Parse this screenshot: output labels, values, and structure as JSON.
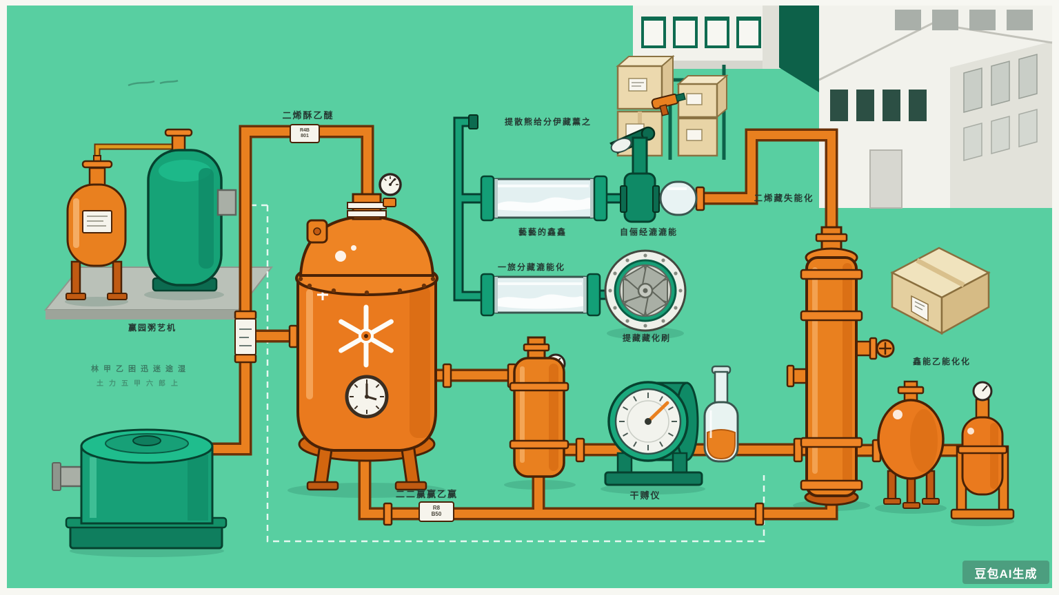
{
  "meta": {
    "type": "flat-style industrial process illustration",
    "watermark_note": "AI generator watermark bottom-right"
  },
  "palette": {
    "background_mint": "#58cfa1",
    "paper_margin": "#f7f7f2",
    "orange_equipment": "#e9801f",
    "orange_dark": "#c05a12",
    "outline_brown": "#4a2206",
    "teal_equipment": "#17a077",
    "teal_dark": "#0c6b50",
    "glass": "#e3f0f1",
    "crate_beige": "#ecd9ae",
    "building_white": "#f2f2ec"
  },
  "labels": {
    "top_pipe": "二烯酥乙醚",
    "plate_top": {
      "line1": "R4B",
      "line2": "801"
    },
    "crates_area": "提散熊给分伊藏薰之",
    "right_pipe": "二烯藏失能化",
    "filter1": "藝藝的鑫鑫",
    "pump": "自俪经漉漉能",
    "filter2": "一旅分藏漉能化",
    "fan": "提藏藏化刷",
    "dryer": "干赙仪",
    "right_column": "鑫能乙能化化",
    "left_tanks": "赢园粥艺机",
    "notes_line1": "林甲乙困迅迷途湿",
    "notes_line2": "土力五甲六郎上",
    "bottom_pipe": "二二赢赢乙赢",
    "plate_bottom": {
      "line1": "R8",
      "line2": "B50"
    }
  },
  "watermark": "豆包AI生成"
}
